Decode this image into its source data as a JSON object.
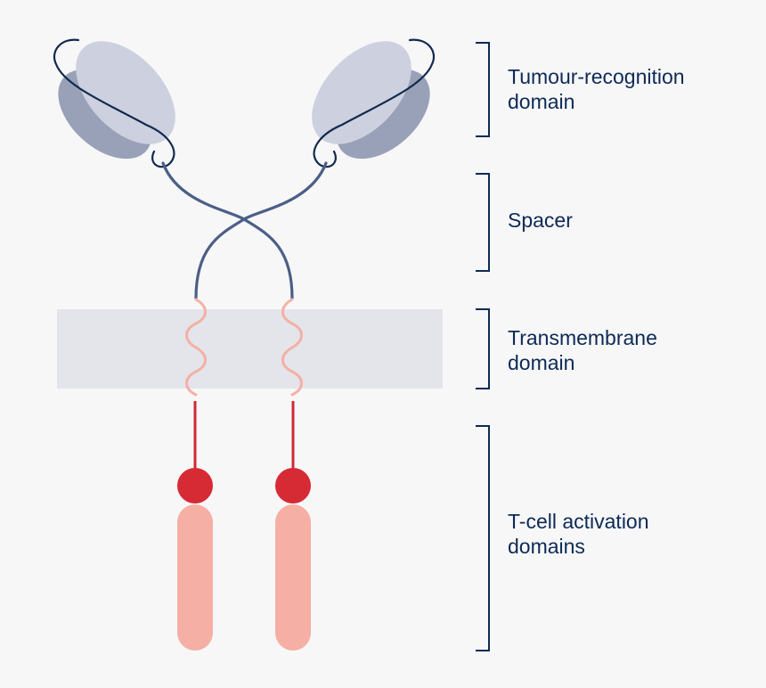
{
  "colors": {
    "background": "#f7f7f8",
    "membrane": "#e4e5ea",
    "scfv_light": "#cdd0de",
    "scfv_dark": "#98a1b8",
    "linker": "#12294f",
    "spacer": "#4b5f86",
    "transmembrane": "#f4b0a6",
    "activation_stem": "#cc2b35",
    "activation_node": "#d62a34",
    "activation_domain": "#f6afa4",
    "bracket": "#0d2a55",
    "text": "#0d2a55"
  },
  "labels": {
    "recognition": {
      "line1": "Tumour-recognition",
      "line2": "domain"
    },
    "spacer": {
      "line1": "Spacer"
    },
    "transmembrane": {
      "line1": "Transmembrane",
      "line2": "domain"
    },
    "activation": {
      "line1": "T-cell activation",
      "line2": "domains"
    }
  }
}
